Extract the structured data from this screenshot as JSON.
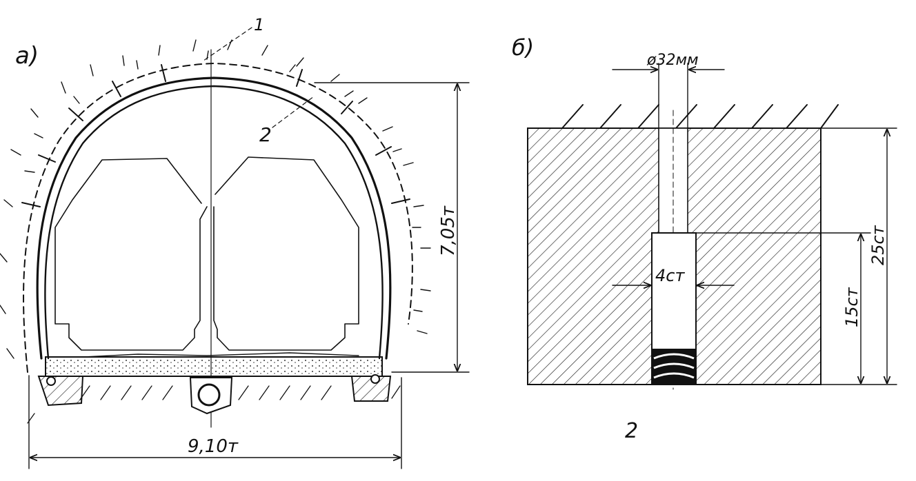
{
  "panel_a": {
    "label": "а)",
    "callout_1": "1",
    "callout_2": "2",
    "height_dim": "7,05т",
    "width_dim": "9,10т"
  },
  "panel_b": {
    "label": "б)",
    "drill_diameter": "ø32мм",
    "hole_width": "4ст",
    "depth_inner": "15ст",
    "depth_total": "25ст",
    "caption": "2"
  },
  "colors": {
    "ink": "#111111",
    "paper": "#ffffff"
  }
}
